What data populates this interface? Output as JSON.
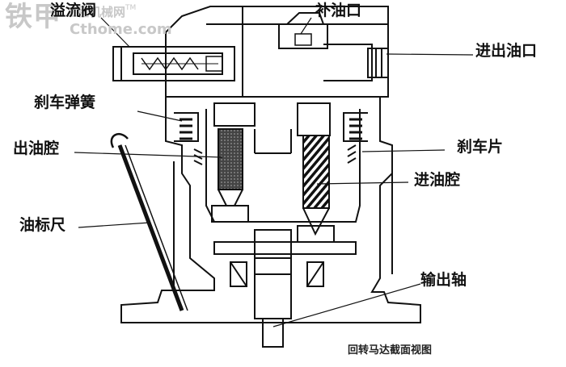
{
  "watermark": {
    "brand": "铁甲",
    "tagline": "工程机械网",
    "trademark": "TM",
    "url": "Cthome.com"
  },
  "labels": {
    "relief_valve": "溢流阀",
    "makeup_oil_port": "补油口",
    "inlet_outlet_port": "进出油口",
    "brake_spring": "刹车弹簧",
    "outlet_chamber": "出油腔",
    "brake_disc": "刹车片",
    "inlet_chamber": "进油腔",
    "dipstick": "油标尺",
    "output_shaft": "输出轴"
  },
  "caption": "回转马达截面视图",
  "colors": {
    "ink": "#111111",
    "watermark": "#c8c8c8",
    "background": "#ffffff"
  }
}
